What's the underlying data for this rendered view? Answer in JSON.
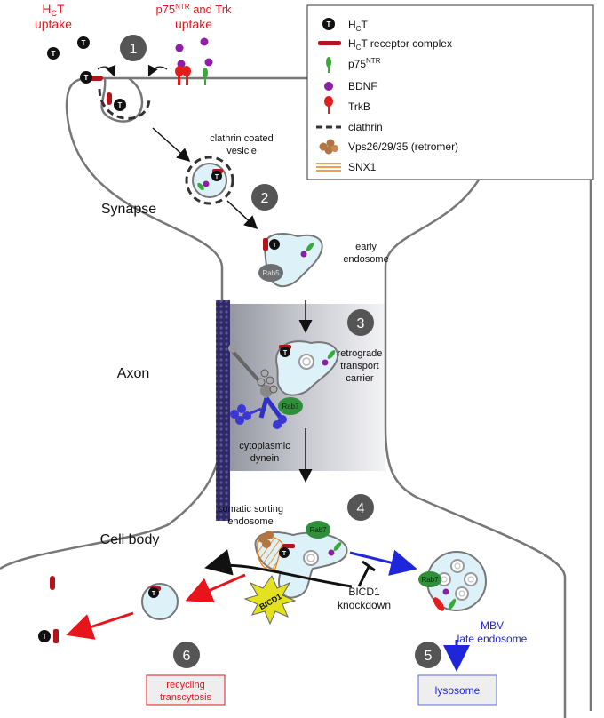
{
  "header": {
    "hct_uptake": "HCT uptake",
    "p75_trk_uptake": "p75NTR and Trk uptake",
    "p75_trk_uptake_line2": "uptake"
  },
  "steps": [
    "1",
    "2",
    "3",
    "4",
    "5",
    "6"
  ],
  "region_labels": {
    "synapse": "Synapse",
    "axon": "Axon",
    "cell_body": "Cell body"
  },
  "labels": {
    "clathrin_coated_vesicle_line1": "clathrin coated",
    "clathrin_coated_vesicle_line2": "vesicle",
    "early_endosome_line1": "early",
    "early_endosome_line2": "endosome",
    "rab5": "Rab5",
    "retrograde_line1": "retrograde",
    "retrograde_line2": "transport",
    "retrograde_line3": "carrier",
    "rab7": "Rab7",
    "dynein_line1": "cytoplasmic",
    "dynein_line2": "dynein",
    "somatic_line1": "somatic sorting",
    "somatic_line2": "endosome",
    "bicd1": "BICD1",
    "bicd1_knockdown_line1": "BICD1",
    "bicd1_knockdown_line2": "knockdown",
    "mbv_line1": "MBV",
    "mbv_line2": "late endosome",
    "lysosome": "lysosome",
    "recycling_line1": "recycling",
    "recycling_line2": "transcytosis",
    "t_badge": "T"
  },
  "legend": {
    "items": [
      {
        "label": "HCT",
        "icon": "hct-icon"
      },
      {
        "label": "HCT receptor complex",
        "icon": "receptor-complex-icon"
      },
      {
        "label": "p75NTR",
        "icon": "p75-icon"
      },
      {
        "label": "BDNF",
        "icon": "bdnf-icon"
      },
      {
        "label": "TrkB",
        "icon": "trkb-icon"
      },
      {
        "label": "clathrin",
        "icon": "clathrin-icon"
      },
      {
        "label": "Vps26/29/35 (retromer)",
        "icon": "retromer-icon"
      },
      {
        "label": "SNX1",
        "icon": "snx1-icon"
      }
    ]
  },
  "colors": {
    "red_text": "#e8141b",
    "blue_text": "#1f26d9",
    "step_circle": "#555555",
    "vesicle_fill": "#ddf1f8",
    "gradient_dark": "#8d9099",
    "gradient_light": "#f2f2f4",
    "microtubule": "#3b3470",
    "bdnf": "#8c1fa6",
    "p75": "#3aa93a",
    "trkb": "#e41c1c",
    "rab7": "#2f8f3a"
  }
}
